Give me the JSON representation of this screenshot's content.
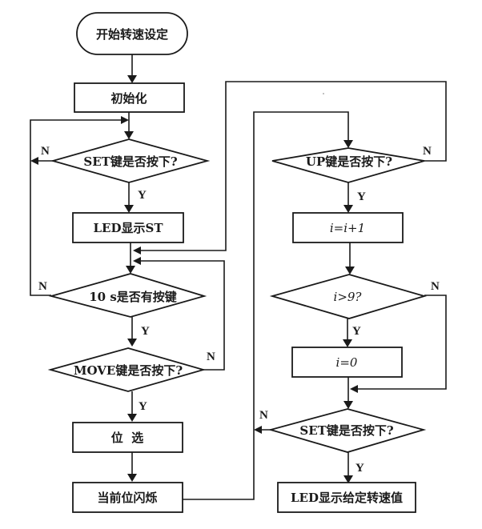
{
  "diagram": {
    "type": "flowchart",
    "nodes": {
      "start": "开始转速设定",
      "init": "初始化",
      "set_key_1": "SET键是否按下?",
      "led_st": "LED显示ST",
      "ten_s": "10 s是否有按键",
      "move_key": "MOVE键是否按下?",
      "bit_select": "位  选",
      "bit_blink": "当前位闪烁",
      "up_key": "UP键是否按下?",
      "i_inc": "i=i+1",
      "i_gt_9": "i>9?",
      "i_zero": "i=0",
      "set_key_2": "SET键是否按下?",
      "led_speed": "LED显示给定转速值"
    },
    "labels": {
      "yes": "Y",
      "no": "N"
    },
    "edges": [
      {
        "from": "start",
        "to": "init"
      },
      {
        "from": "init",
        "to": "set_key_1"
      },
      {
        "from": "set_key_1",
        "to": "led_st",
        "label": "Y"
      },
      {
        "from": "set_key_1",
        "to": "set_key_1",
        "label": "N"
      },
      {
        "from": "led_st",
        "to": "ten_s"
      },
      {
        "from": "ten_s",
        "to": "move_key",
        "label": "Y"
      },
      {
        "from": "ten_s",
        "to": "set_key_1",
        "label": "N"
      },
      {
        "from": "move_key",
        "to": "bit_select",
        "label": "Y"
      },
      {
        "from": "move_key",
        "to": "ten_s",
        "label": "N"
      },
      {
        "from": "bit_select",
        "to": "bit_blink"
      },
      {
        "from": "bit_blink",
        "to": "up_key"
      },
      {
        "from": "up_key",
        "to": "i_inc",
        "label": "Y"
      },
      {
        "from": "up_key",
        "to": "ten_s",
        "label": "N"
      },
      {
        "from": "i_inc",
        "to": "i_gt_9"
      },
      {
        "from": "i_gt_9",
        "to": "i_zero",
        "label": "Y"
      },
      {
        "from": "i_gt_9",
        "to": "set_key_2",
        "label": "N"
      },
      {
        "from": "i_zero",
        "to": "set_key_2"
      },
      {
        "from": "set_key_2",
        "to": "led_speed",
        "label": "Y"
      },
      {
        "from": "set_key_2",
        "to": "up_key",
        "label": "N"
      }
    ]
  }
}
